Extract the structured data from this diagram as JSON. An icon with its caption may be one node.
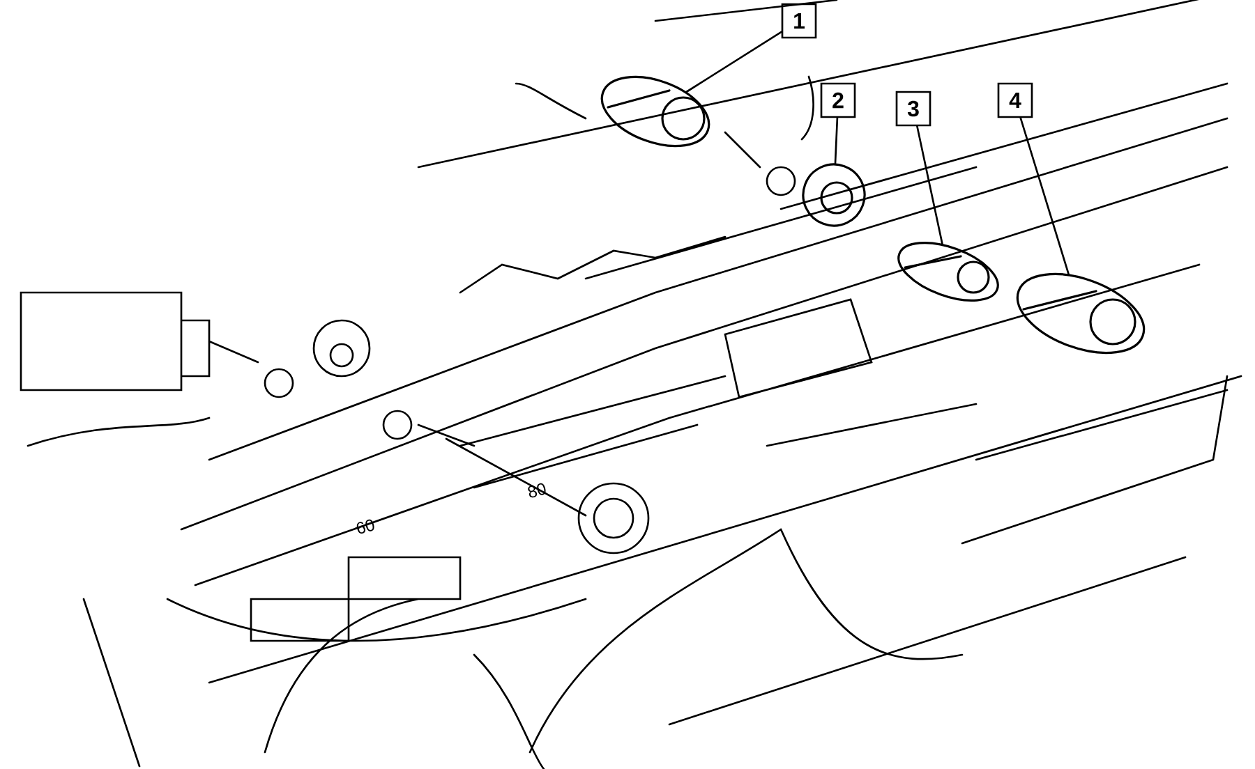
{
  "diagram": {
    "nodes": [
      {
        "text": [
          "1"
        ]
      },
      {
        "text": [
          "2"
        ]
      },
      {
        "text": [
          "3"
        ]
      },
      {
        "text": [
          "4"
        ]
      },
      {
        "text": [],
        "shape": "picture"
      },
      {
        "text": [],
        "shape": "circle"
      },
      {
        "text": [],
        "shape": "picture"
      },
      {
        "text": [],
        "shape": "picture"
      }
    ],
    "edges": [
      {
        "from": 0,
        "to": 4,
        "arrow": "none"
      },
      {
        "from": 1,
        "to": 5,
        "arrow": "none"
      },
      {
        "from": 2,
        "to": 6,
        "arrow": "none"
      },
      {
        "from": 3,
        "to": 7,
        "arrow": "none"
      }
    ],
    "labels": [
      "60",
      "80"
    ]
  }
}
